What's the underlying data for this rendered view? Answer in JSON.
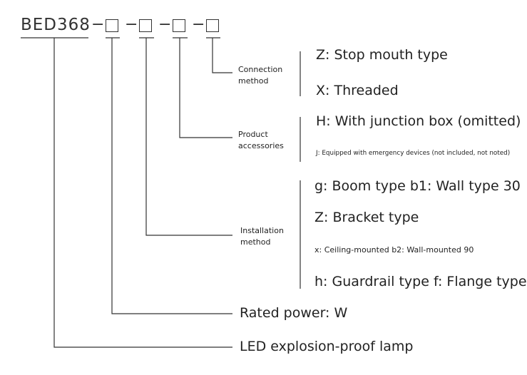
{
  "model_code": {
    "prefix": "BED368",
    "separator": "−",
    "placeholder_symbol": "□"
  },
  "groups": {
    "connection": {
      "label": "Connection\nmethod",
      "options": [
        "Z: Stop mouth type",
        "X: Threaded"
      ]
    },
    "accessories": {
      "label": "Product\naccessories",
      "options": [
        "H: With junction box (omitted)",
        "J: Equipped with emergency devices (not included, not noted)"
      ]
    },
    "installation": {
      "label": "Installation\nmethod",
      "options": [
        "g: Boom type b1: Wall type 30",
        "Z: Bracket type",
        "x: Ceiling-mounted b2: Wall-mounted 90",
        "h: Guardrail type f: Flange type"
      ]
    },
    "rated_power": {
      "label": "Rated power: W"
    },
    "lamp": {
      "label": "LED explosion-proof lamp"
    }
  },
  "colors": {
    "line": "#333333",
    "text": "#222222",
    "background": "#ffffff"
  }
}
